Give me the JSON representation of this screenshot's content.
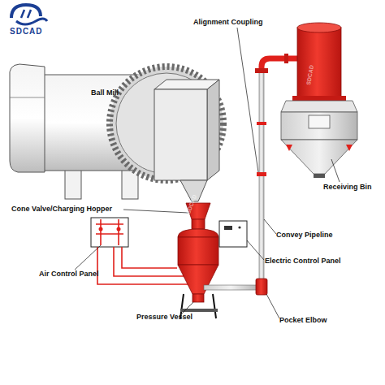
{
  "diagram": {
    "labels": [
      "SDCAD",
      "Ball Mill",
      "Alignment Coupling",
      "Cone Valve/Charging Hopper",
      "Receiving Bin",
      "Convey Pipeline",
      "Electric Control Panel",
      "Air Control Panel",
      "Pressure Vessel",
      "Pocket Elbow",
      "SDCAD",
      "SDCAD"
    ]
  }
}
